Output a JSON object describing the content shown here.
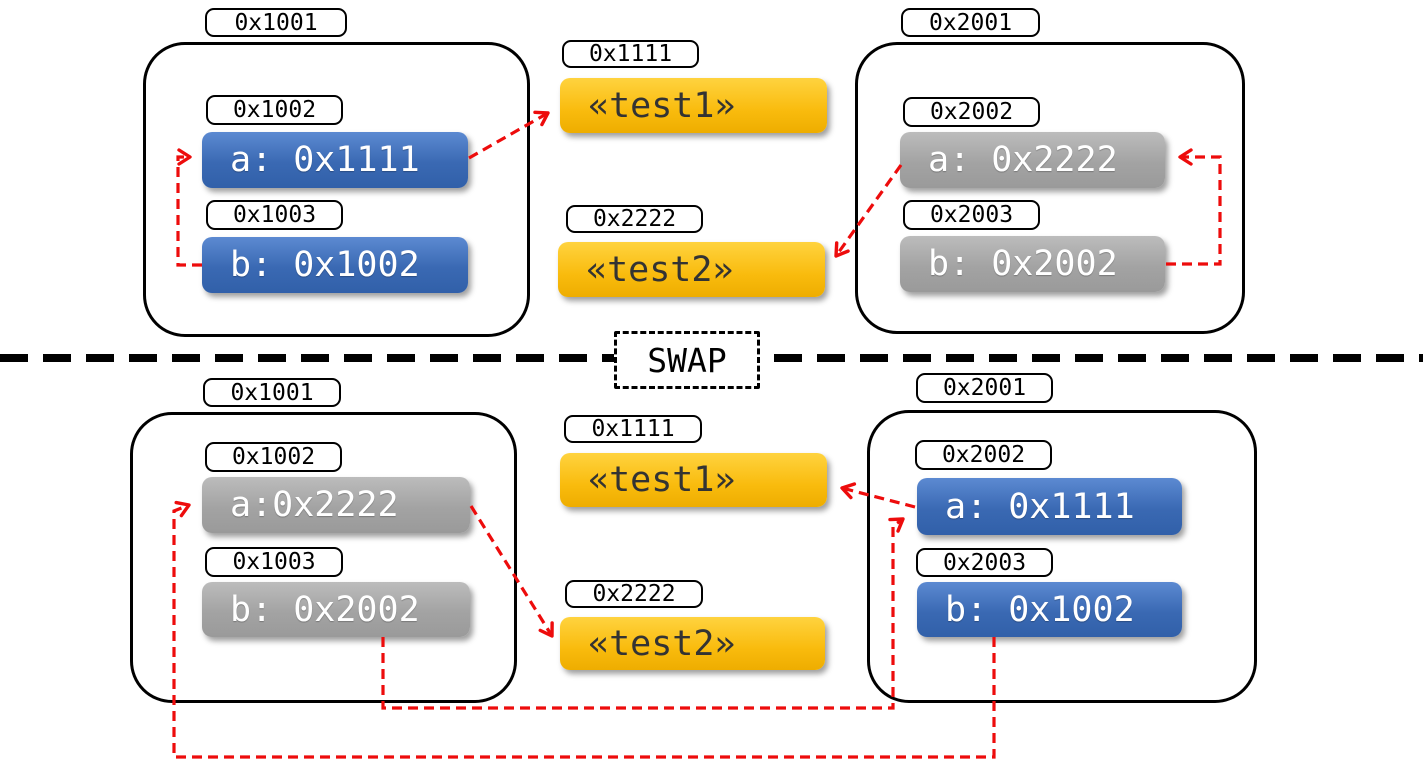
{
  "swap_label": "SWAP",
  "colors": {
    "pointer_box_blue": "#3A69B3",
    "pointer_box_gray": "#A3A3A3",
    "heap_box_yellow": "#F9BB0D",
    "arrow_red": "#ED0C0C",
    "outline_black": "#000000"
  },
  "before": {
    "left_frame": {
      "address": "0x1001",
      "slot_a": {
        "address": "0x1002",
        "value": "a: 0x1111"
      },
      "slot_b": {
        "address": "0x1003",
        "value": "b: 0x1002"
      }
    },
    "right_frame": {
      "address": "0x2001",
      "slot_a": {
        "address": "0x2002",
        "value": "a: 0x2222"
      },
      "slot_b": {
        "address": "0x2003",
        "value": "b: 0x2002"
      }
    },
    "heap": {
      "test1": {
        "address": "0x1111",
        "value": "«test1»"
      },
      "test2": {
        "address": "0x2222",
        "value": "«test2»"
      }
    }
  },
  "after": {
    "left_frame": {
      "address": "0x1001",
      "slot_a": {
        "address": "0x1002",
        "value": "a:0x2222"
      },
      "slot_b": {
        "address": "0x1003",
        "value": "b: 0x2002"
      }
    },
    "right_frame": {
      "address": "0x2001",
      "slot_a": {
        "address": "0x2002",
        "value": "a: 0x1111"
      },
      "slot_b": {
        "address": "0x2003",
        "value": "b: 0x1002"
      }
    },
    "heap": {
      "test1": {
        "address": "0x1111",
        "value": "«test1»"
      },
      "test2": {
        "address": "0x2222",
        "value": "«test2»"
      }
    }
  }
}
